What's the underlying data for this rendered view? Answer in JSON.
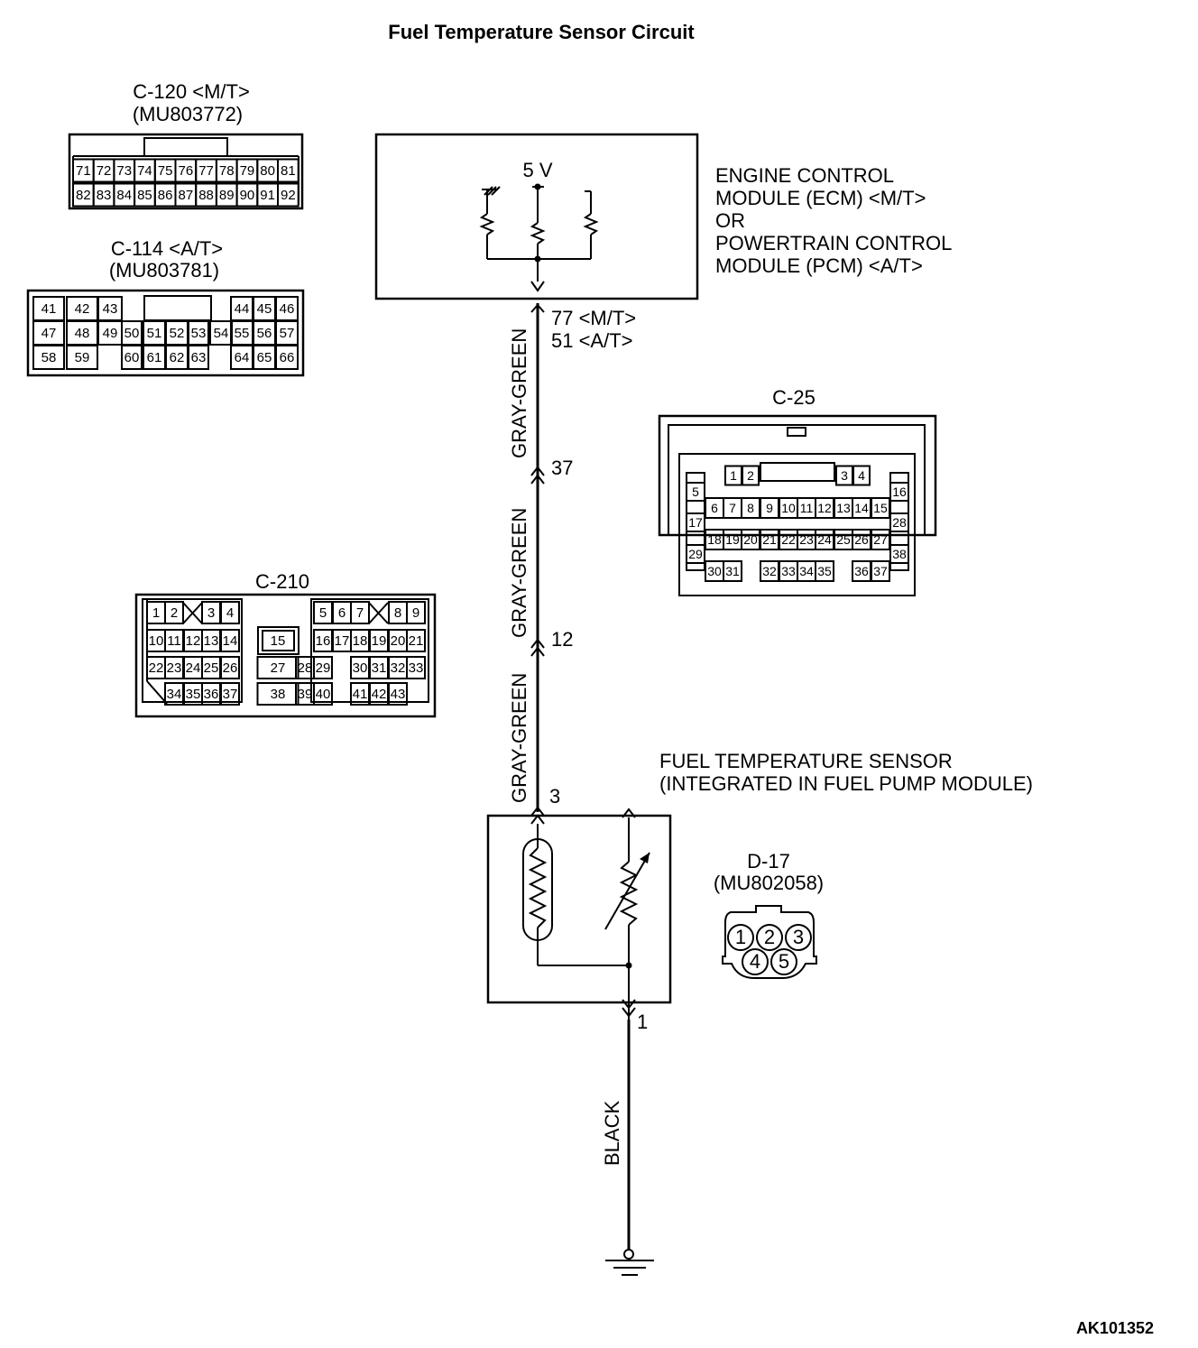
{
  "title": "Fuel Temperature Sensor Circuit",
  "figure_code": "AK101352",
  "ecm": {
    "lines": [
      "ENGINE CONTROL",
      "MODULE (ECM) <M/T>",
      "OR",
      "POWERTRAIN CONTROL",
      "MODULE (PCM) <A/T>"
    ],
    "supply": "5 V",
    "pin_labels": [
      "77 <M/T>",
      "51 <A/T>"
    ]
  },
  "wires": {
    "upper": "GRAY-GREEN",
    "middle": "GRAY-GREEN",
    "lower": "GRAY-GREEN",
    "ground": "BLACK"
  },
  "junction_pins": {
    "c25": "37",
    "c210": "12",
    "sensor_signal": "3",
    "sensor_ground": "1"
  },
  "sensor": {
    "lines": [
      "FUEL TEMPERATURE SENSOR",
      "(INTEGRATED IN FUEL PUMP MODULE)"
    ]
  },
  "connectors": {
    "c120": {
      "name": "C-120 <M/T>",
      "part": "(MU803772)",
      "row1": [
        "71",
        "72",
        "73",
        "74",
        "75",
        "76",
        "77",
        "78",
        "79",
        "80",
        "81"
      ],
      "row2": [
        "82",
        "83",
        "84",
        "85",
        "86",
        "87",
        "88",
        "89",
        "90",
        "91",
        "92"
      ]
    },
    "c114": {
      "name": "C-114 <A/T>",
      "part": "(MU803781)",
      "row1": [
        "41",
        "42",
        "43",
        "44",
        "45",
        "46"
      ],
      "row2": [
        "47",
        "48",
        "49",
        "50",
        "51",
        "52",
        "53",
        "54",
        "55",
        "56",
        "57"
      ],
      "row3": [
        "58",
        "59",
        "60",
        "61",
        "62",
        "63",
        "64",
        "65",
        "66"
      ]
    },
    "c25": {
      "name": "C-25",
      "row1": [
        "1",
        "2",
        "3",
        "4"
      ],
      "row2": [
        "5",
        "16"
      ],
      "row3": [
        "6",
        "7",
        "8",
        "9",
        "10",
        "11",
        "12",
        "13",
        "14",
        "15"
      ],
      "row4": [
        "17",
        "28"
      ],
      "row5": [
        "18",
        "19",
        "20",
        "21",
        "22",
        "23",
        "24",
        "25",
        "26",
        "27"
      ],
      "row6": [
        "29",
        "38"
      ],
      "row7": [
        "30",
        "31",
        "32",
        "33",
        "34",
        "35",
        "36",
        "37"
      ]
    },
    "c210": {
      "name": "C-210",
      "row1": [
        "1",
        "2",
        "3",
        "4",
        "5",
        "6",
        "7",
        "8",
        "9"
      ],
      "row2": [
        "10",
        "11",
        "12",
        "13",
        "14",
        "15",
        "16",
        "17",
        "18",
        "19",
        "20",
        "21"
      ],
      "row3": [
        "22",
        "23",
        "24",
        "25",
        "26",
        "27",
        "28",
        "29",
        "30",
        "31",
        "32",
        "33"
      ],
      "row4": [
        "34",
        "35",
        "36",
        "37",
        "38",
        "39",
        "40",
        "41",
        "42",
        "43"
      ]
    },
    "d17": {
      "name": "D-17",
      "part": "(MU802058)",
      "pins": [
        "1",
        "2",
        "3",
        "4",
        "5"
      ]
    }
  }
}
